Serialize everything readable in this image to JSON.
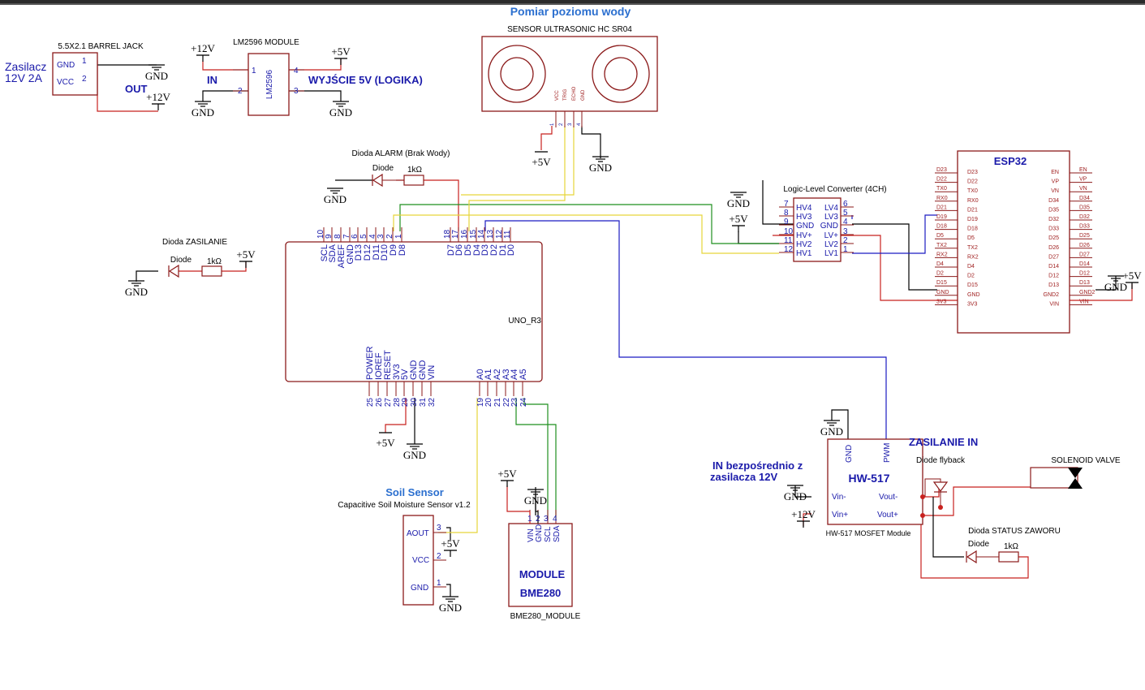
{
  "title": "Pomiar poziomu wody",
  "power_jack": {
    "label": "5.5X2.1 BARREL JACK",
    "supply": "Zasilacz",
    "supply2": "12V 2A",
    "gnd": "GND",
    "vcc": "VCC",
    "p1": "1",
    "p2": "2",
    "out": "OUT"
  },
  "lm2596": {
    "title": "LM2596 MODULE",
    "chip": "LM2596",
    "in": "IN",
    "out_label": "WYJŚCIE 5V (LOGIKA)",
    "p1": "1",
    "p2": "2",
    "p3": "3",
    "p4": "4"
  },
  "rails": {
    "p12": "+12V",
    "p5": "+5V",
    "gnd": "GND"
  },
  "hcsr04": {
    "title": "SENSOR ULTRASONIC HC SR04",
    "pins": [
      "VCC",
      "TRIG",
      "ECHO",
      "GND"
    ],
    "nums": [
      "1",
      "2",
      "3",
      "4"
    ]
  },
  "alarm": {
    "title": "Dioda ALARM (Brak Wody)",
    "diode": "Diode",
    "res": "1kΩ"
  },
  "power_led": {
    "title": "Dioda ZASILANIE",
    "diode": "Diode",
    "res": "1kΩ"
  },
  "uno": {
    "name": "UNO_R3",
    "top_left_pins": [
      "SCL",
      "SDA",
      "AREF",
      "GND",
      "D13",
      "D12",
      "D11",
      "D10",
      "D9",
      "D8"
    ],
    "top_left_nums": [
      "10",
      "9",
      "8",
      "7",
      "6",
      "5",
      "4",
      "3",
      "2",
      "1"
    ],
    "top_right_pins": [
      "D7",
      "D6",
      "D5",
      "D4",
      "D3",
      "D2",
      "D1",
      "D0"
    ],
    "top_right_nums": [
      "18",
      "17",
      "16",
      "15",
      "14",
      "13",
      "12",
      "11"
    ],
    "bot_left_pins": [
      "POWER",
      "IOREF",
      "RESET",
      "3V3",
      "5V",
      "GND",
      "GND",
      "VIN"
    ],
    "bot_left_nums": [
      "25",
      "26",
      "27",
      "28",
      "29",
      "30",
      "31",
      "32"
    ],
    "bot_right_pins": [
      "A0",
      "A1",
      "A2",
      "A3",
      "A4",
      "A5"
    ],
    "bot_right_nums": [
      "19",
      "20",
      "21",
      "22",
      "23",
      "24"
    ]
  },
  "llc": {
    "title": "Logic-Level Converter (4CH)",
    "left": [
      "HV4",
      "HV3",
      "GND",
      "HV+",
      "HV2",
      "HV1"
    ],
    "left_nums": [
      "7",
      "8",
      "9",
      "10",
      "11",
      "12"
    ],
    "right": [
      "LV4",
      "LV3",
      "GND",
      "LV+",
      "LV2",
      "LV1"
    ],
    "right_nums": [
      "6",
      "5",
      "4",
      "3",
      "2",
      "1"
    ]
  },
  "esp32": {
    "title": "ESP32",
    "left_out": [
      "D23",
      "D22",
      "TX0",
      "RX0",
      "D21",
      "D19",
      "D18",
      "D5",
      "TX2",
      "RX2",
      "D4",
      "D2",
      "D15",
      "GND",
      "3V3"
    ],
    "right_in": [
      "EN",
      "VP",
      "VN",
      "D34",
      "D35",
      "D32",
      "D33",
      "D25",
      "D26",
      "D27",
      "D14",
      "D12",
      "D13",
      "GND2",
      "VIN"
    ]
  },
  "soil": {
    "title": "Soil Sensor",
    "subtitle": "Capacitive Soil Moisture Sensor v1.2",
    "pins": [
      "AOUT",
      "VCC",
      "GND"
    ],
    "nums": [
      "3",
      "2",
      "1"
    ]
  },
  "bme": {
    "line1": "MODULE",
    "line2": "BME280",
    "name": "BME280_MODULE",
    "pins": [
      "VIN",
      "GND",
      "SCL",
      "SDA"
    ],
    "nums": [
      "1",
      "2",
      "3",
      "4"
    ]
  },
  "hw517": {
    "title": "HW-517",
    "name": "HW-517 MOSFET Module",
    "gnd": "GND",
    "pwm": "PWM",
    "vinm": "Vin-",
    "vinp": "Vin+",
    "voutm": "Vout-",
    "voutp": "Vout+",
    "zasil": "ZASILANIE IN",
    "note1": "IN bezpośrednio z",
    "note2": "zasilacza 12V"
  },
  "valve": {
    "flyback": "Diode flyback",
    "label": "SOLENOID VALVE",
    "status": "Dioda STATUS ZAWORU",
    "diode": "Diode",
    "res": "1kΩ"
  },
  "colors": {
    "wire_red": "#c8211e",
    "wire_blue": "#1b1bc2",
    "wire_green": "#1f8f1f",
    "wire_yellow": "#e6d53a",
    "outline": "#8b1a1a",
    "label_blue": "#1a1aaa"
  }
}
